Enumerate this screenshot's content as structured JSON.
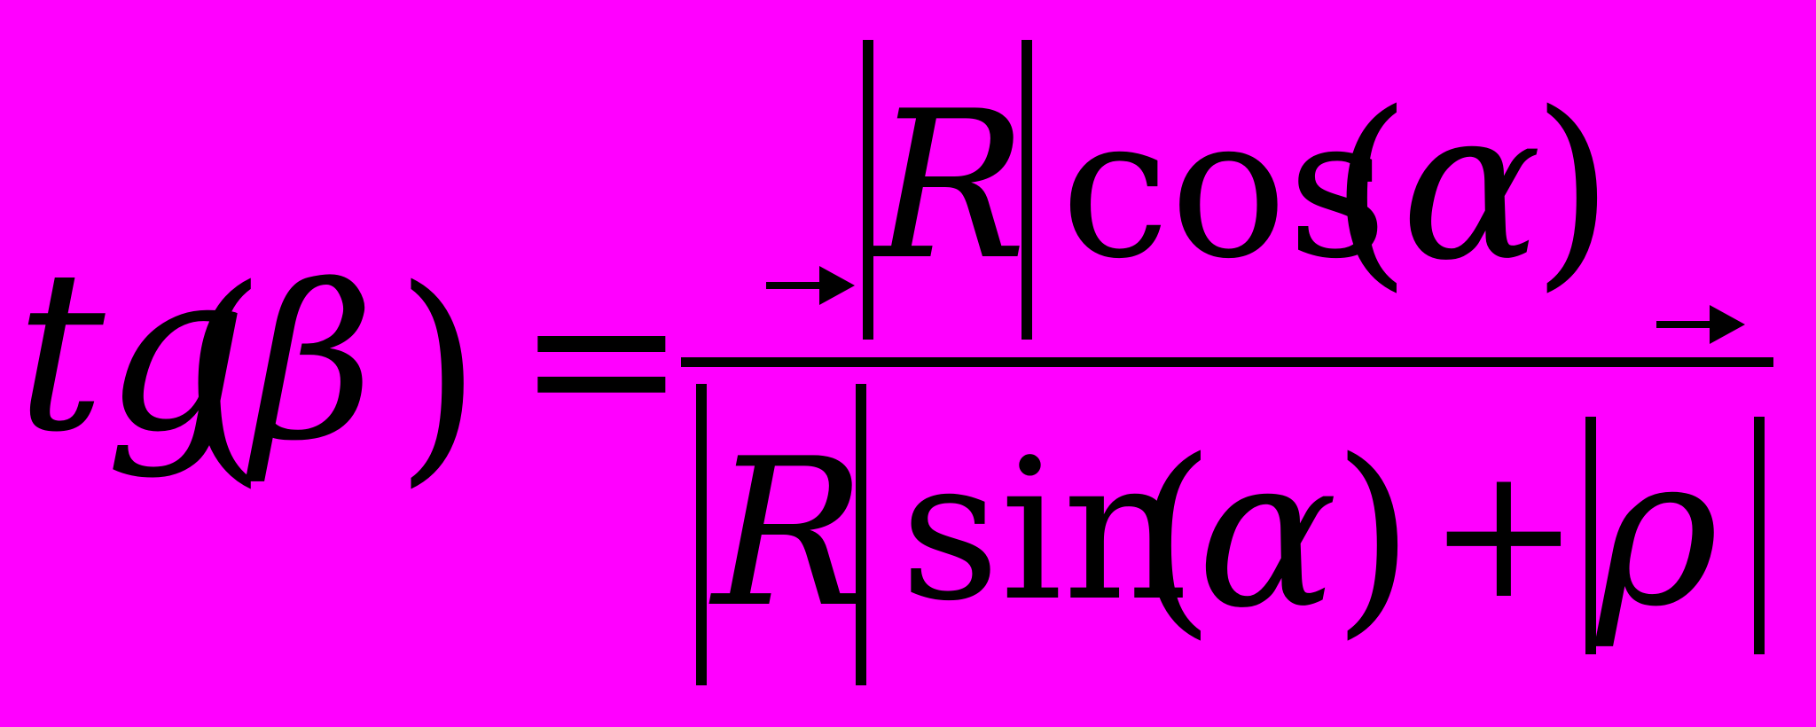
{
  "formula": {
    "lhs": {
      "function": "tg",
      "open_paren": "(",
      "argument": "β",
      "close_paren": ")"
    },
    "equals": "=",
    "numerator": {
      "vector": "R",
      "function": "cos",
      "open_paren": "(",
      "argument": "α",
      "close_paren": ")"
    },
    "denominator": {
      "vector": "R",
      "function": "sin",
      "open_paren": "(",
      "argument": "α",
      "close_paren": ")",
      "plus": "+",
      "term": "ρ"
    }
  },
  "colors": {
    "background": "#FF00FF",
    "ink": "#000000"
  }
}
